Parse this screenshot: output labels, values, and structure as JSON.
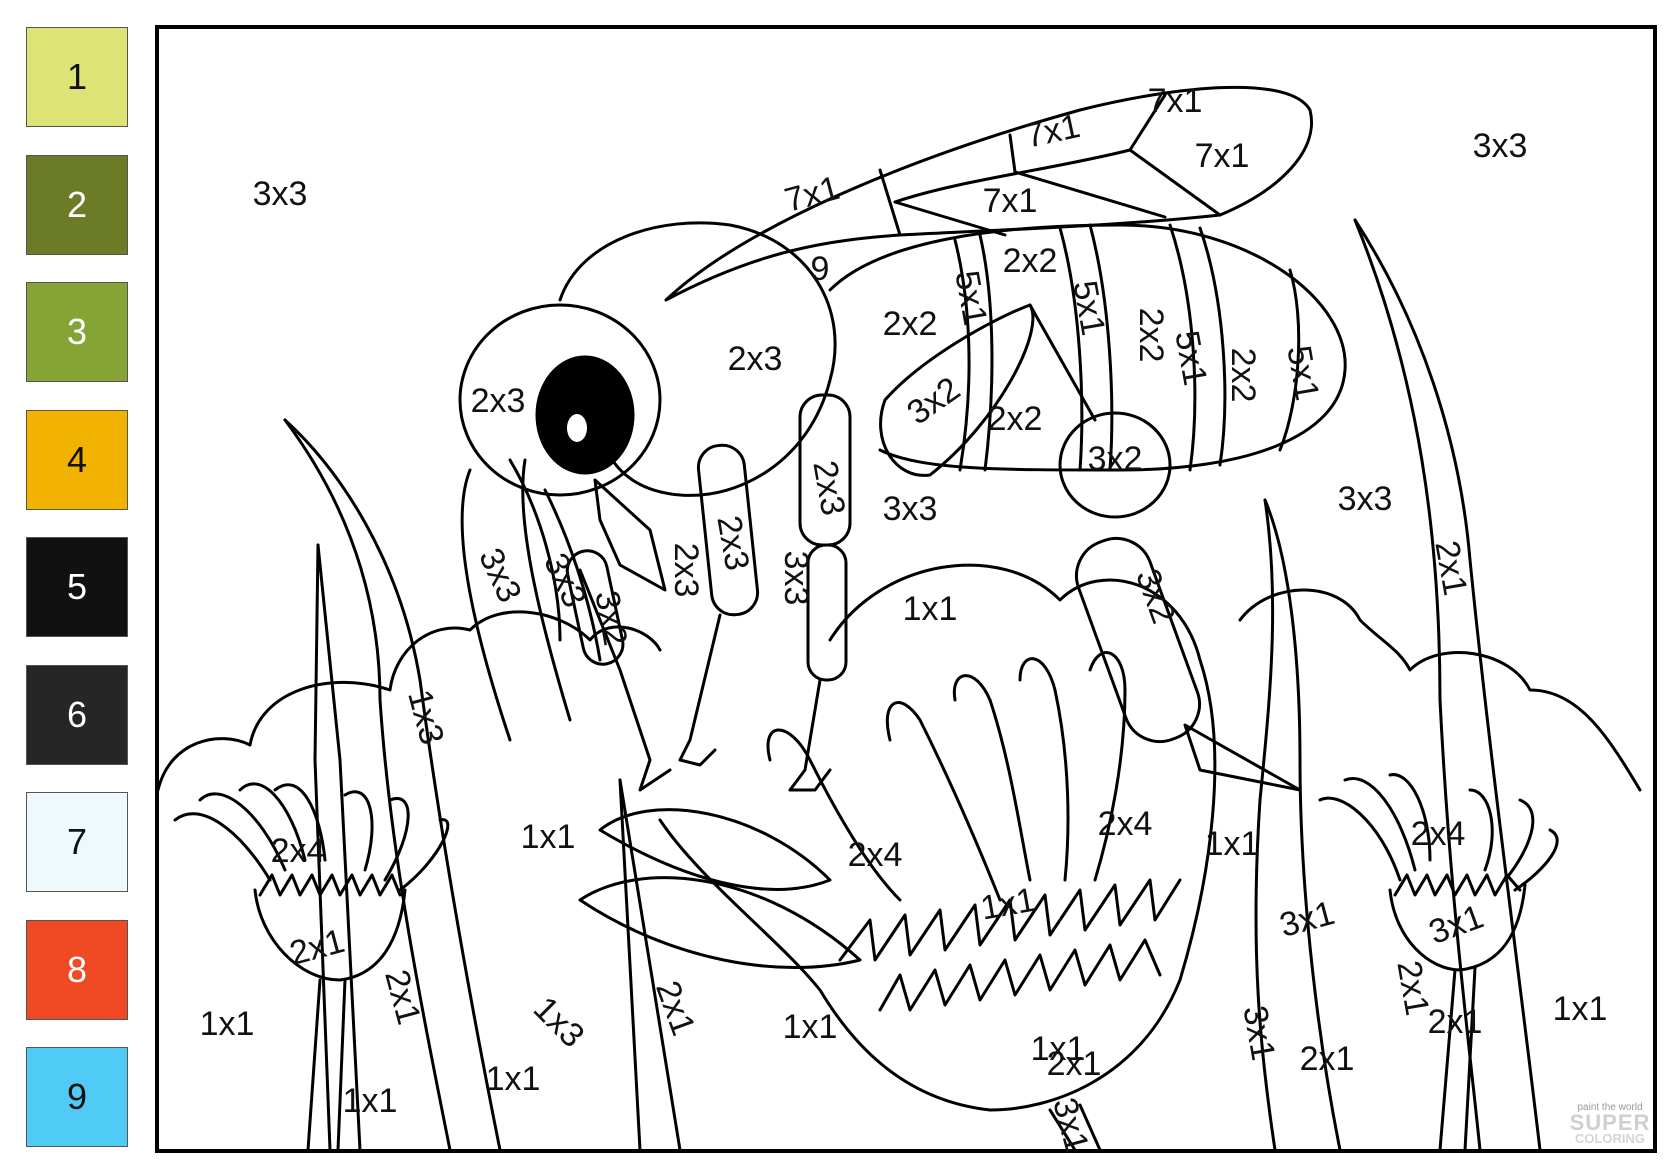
{
  "legend": [
    {
      "num": "1",
      "color": "#dde475"
    },
    {
      "num": "2",
      "color": "#6b7b26"
    },
    {
      "num": "3",
      "color": "#86a335"
    },
    {
      "num": "4",
      "color": "#f2b300"
    },
    {
      "num": "5",
      "color": "#111111"
    },
    {
      "num": "6",
      "color": "#262626"
    },
    {
      "num": "7",
      "color": "#eef9fd"
    },
    {
      "num": "8",
      "color": "#ef4a24"
    },
    {
      "num": "9",
      "color": "#4fcbf5"
    }
  ],
  "labels": [
    "3x3",
    "3x3",
    "7x1",
    "7x1",
    "7x1",
    "7x1",
    "7x1",
    "9",
    "2x2",
    "5x1",
    "5x1",
    "2x2",
    "5x1",
    "2x2",
    "5x1",
    "2x2",
    "2x3",
    "2x3",
    "3x2",
    "2x2",
    "3x2",
    "3x3",
    "3x3",
    "2x3",
    "2x3",
    "3x3",
    "3x3",
    "3x2",
    "3x3",
    "2x3",
    "1x1",
    "3x2",
    "2x1",
    "1x3",
    "1x1",
    "2x4",
    "2x4",
    "1x1",
    "3x1",
    "2x4",
    "2x4",
    "2x1",
    "2x1",
    "3x1",
    "1x1",
    "2x1",
    "1x3",
    "1x1",
    "1x1",
    "2x1",
    "1x1",
    "3x1",
    "2x1",
    "1x1",
    "3x1",
    "1x1",
    "2x1",
    "1x1",
    "2x1"
  ],
  "watermark": {
    "top": "paint the world",
    "mid": "SUPER",
    "bot": "COLORING"
  }
}
